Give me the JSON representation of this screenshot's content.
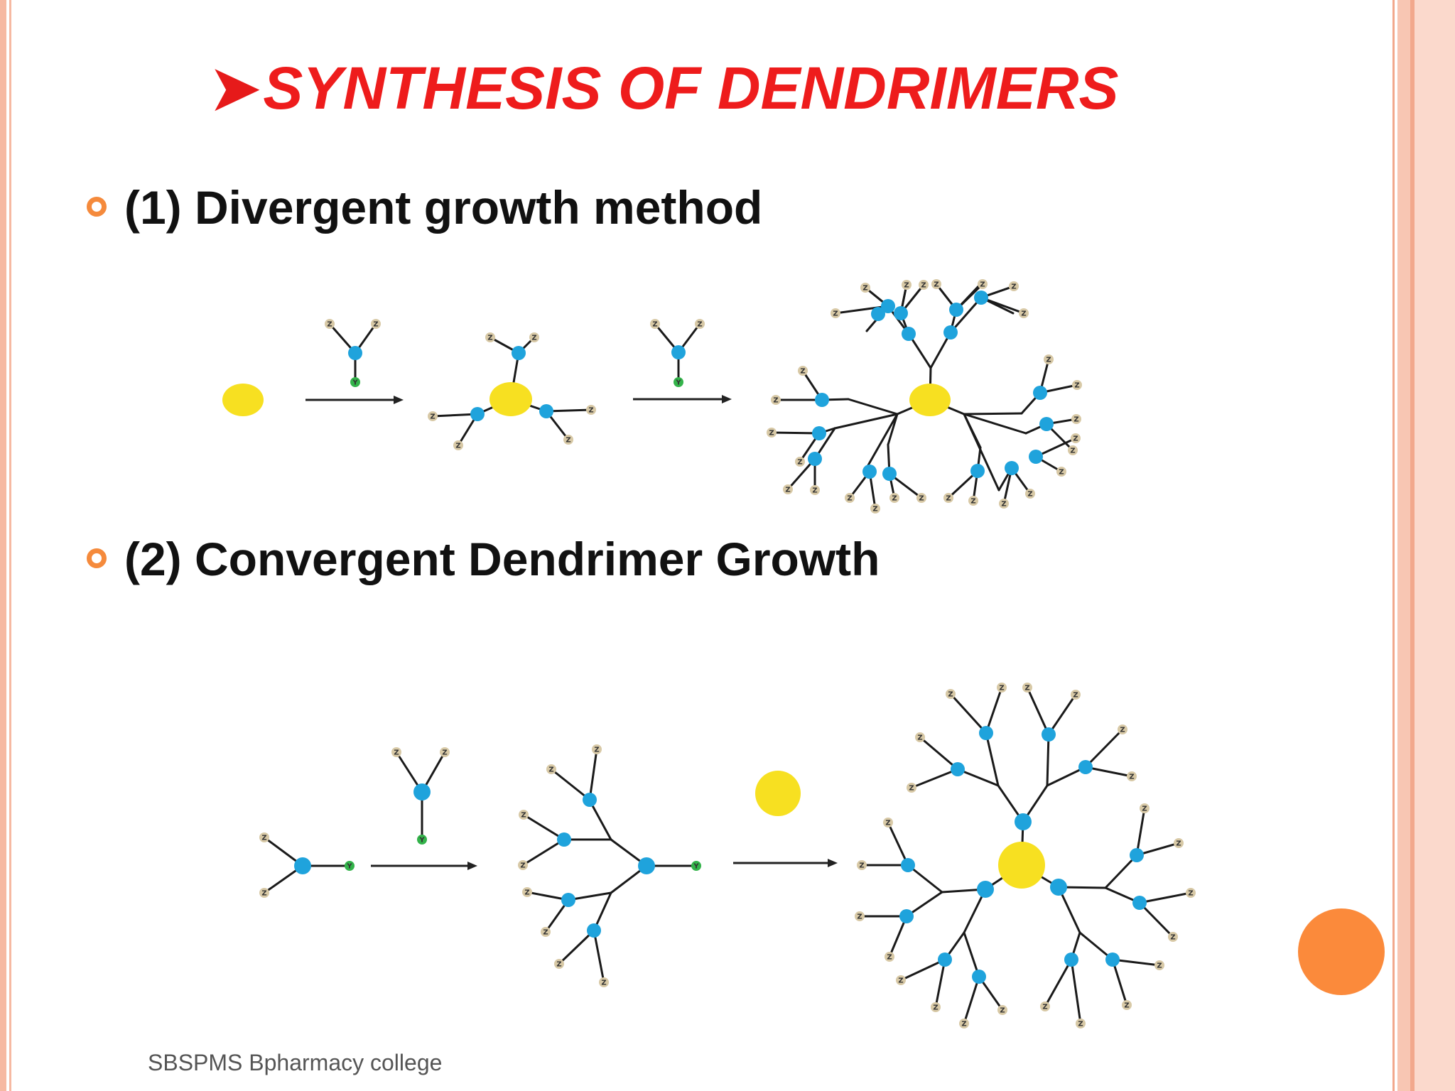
{
  "slide": {
    "title_marker": "➤",
    "title": "SYNTHESIS OF DENDRIMERS",
    "bullets": [
      {
        "text": "(1) Divergent growth method"
      },
      {
        "text": "(2) Convergent Dendrimer Growth"
      }
    ],
    "footer": "SBSPMS Bpharmacy college"
  },
  "diagram": {
    "terminal_label": "Z",
    "focal_label": "Y",
    "colors": {
      "core": "#f7e021",
      "branch_node": "#1fa3dc",
      "focal_node": "#33b34a",
      "terminal_node": "#d8c9a6",
      "bond": "#1a1a1a",
      "title": "#ee1c1c",
      "bullet": "#f58a3c",
      "accent": "#fb8a3b"
    }
  }
}
